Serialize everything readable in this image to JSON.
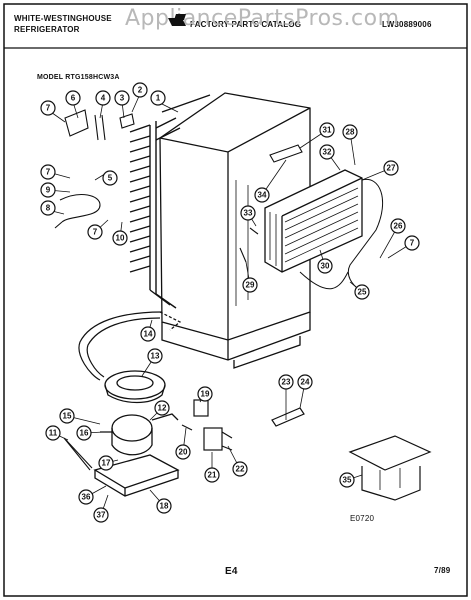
{
  "header": {
    "brand_line1": "WHITE-WESTINGHOUSE",
    "brand_line2": "REFRIGERATOR",
    "center_title": "FACTORY PARTS CATALOG",
    "doc_number": "LW30889006",
    "watermark": "AppliancePartsPros.com"
  },
  "model_label": "MODEL RTG158HCW3A",
  "diagram_code": "E0720",
  "page_label": "E4",
  "date_label": "7/89",
  "callouts": [
    "1",
    "2",
    "3",
    "4",
    "5",
    "6",
    "7",
    "8",
    "9",
    "10",
    "11",
    "12",
    "13",
    "14",
    "15",
    "16",
    "17",
    "18",
    "19",
    "20",
    "21",
    "22",
    "23",
    "24",
    "25",
    "26",
    "27",
    "28",
    "29",
    "30",
    "31",
    "32",
    "33",
    "34",
    "35",
    "36",
    "37"
  ],
  "colors": {
    "ink": "#111111",
    "watermark": "#b8b8b8"
  }
}
